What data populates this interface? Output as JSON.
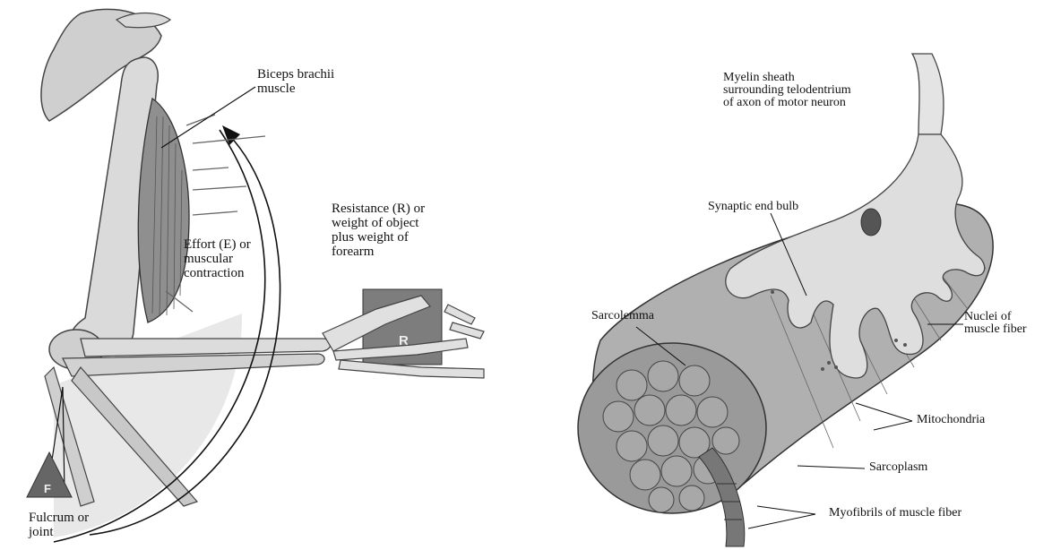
{
  "left_panel": {
    "labels": {
      "biceps": "Biceps brachii\nmuscle",
      "effort": "Effort (E) or\nmuscular\ncontraction",
      "resistance": "Resistance (R) or\nweight of object\nplus weight of\nforearm",
      "fulcrum": "Fulcrum or\njoint"
    },
    "glyphs": {
      "fulcrum_letter": "F",
      "resistance_letter": "R"
    }
  },
  "right_panel": {
    "labels": {
      "myelin": "Myelin sheath\nsurrounding telodentrium\nof axon of motor neuron",
      "synaptic": "Synaptic end bulb",
      "sarcolemma": "Sarcolemma",
      "nuclei": "Nuclei of\nmuscle fiber",
      "mitochondria": "Mitochondria",
      "sarcoplasm": "Sarcoplasm",
      "myofibrils": "Myofibrils of muscle fiber"
    }
  },
  "colors": {
    "line": "#222222",
    "bone": "#d9d9d9",
    "muscle": "#9a9a9a",
    "tissue": "#bdbdbd",
    "dark": "#555555"
  }
}
